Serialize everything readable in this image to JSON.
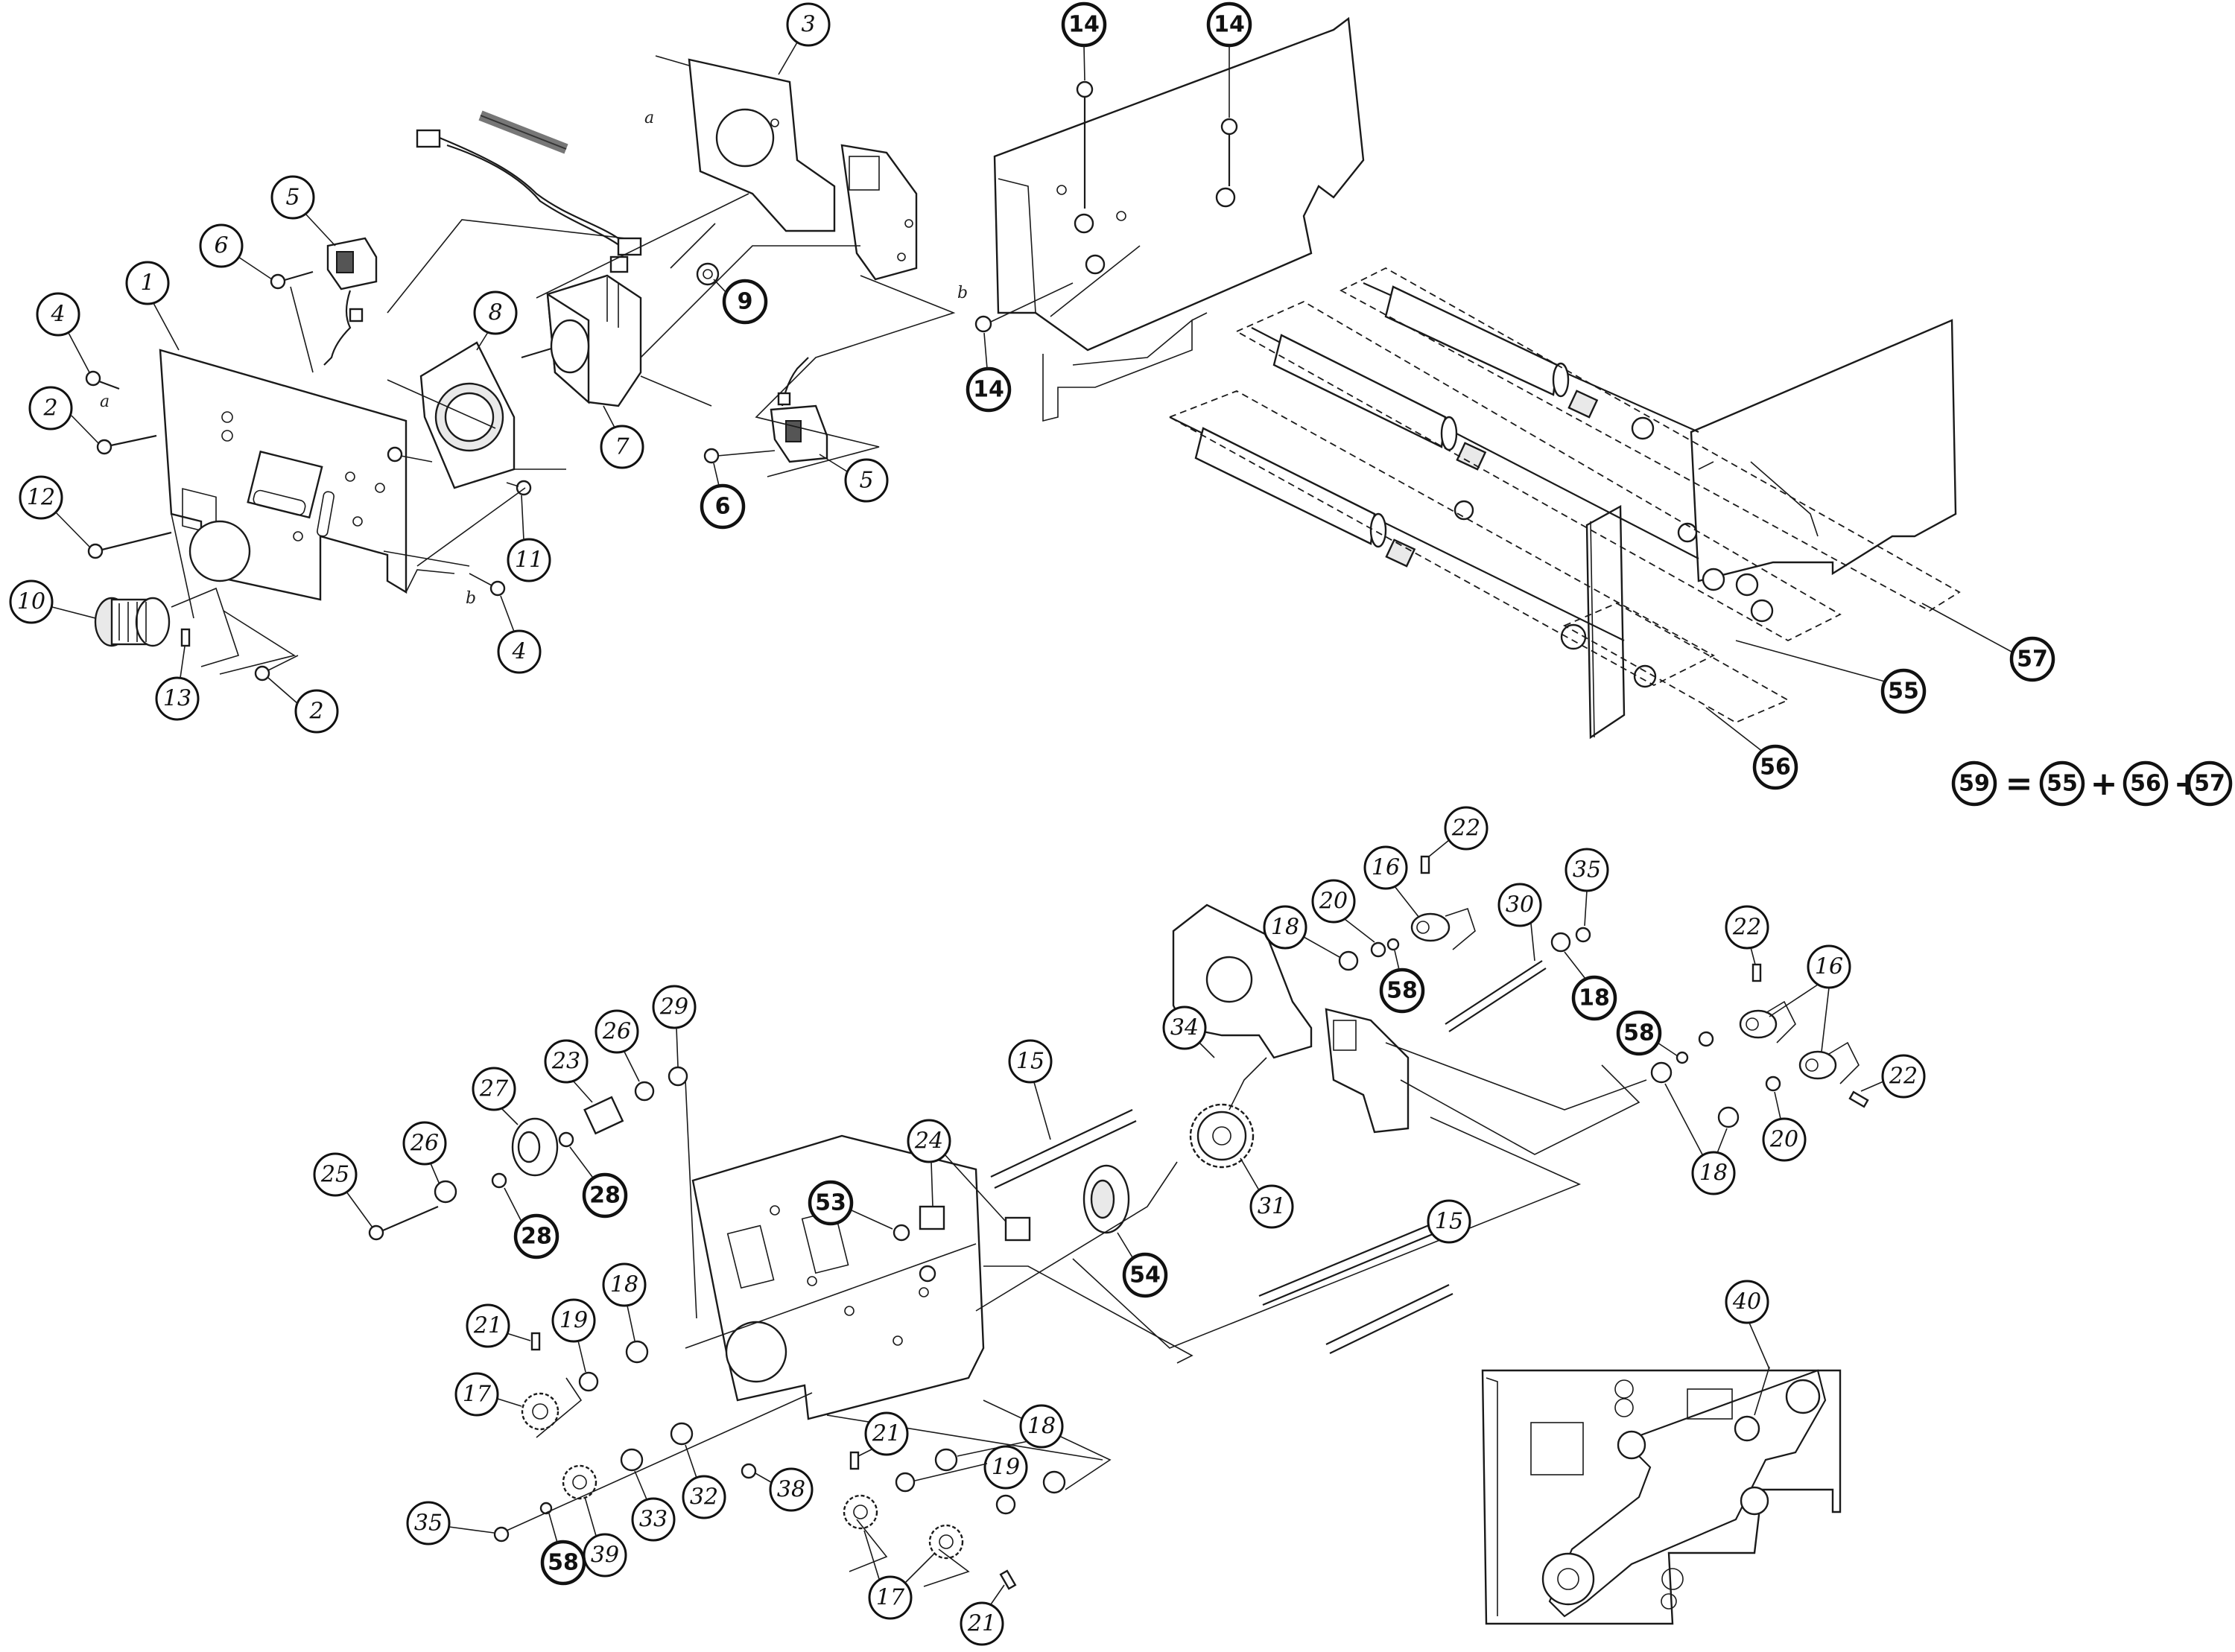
{
  "callouts": {
    "c1": "1",
    "c2a": "2",
    "c2b": "2",
    "c3": "3",
    "c4a": "4",
    "c4b": "4",
    "c5a": "5",
    "c5b": "5",
    "c6a": "6",
    "c6b": "6",
    "c7": "7",
    "c8": "8",
    "c9": "9",
    "c10": "10",
    "c11": "11",
    "c12": "12",
    "c13": "13",
    "c14a": "14",
    "c14b": "14",
    "c14c": "14",
    "c55": "55",
    "c56": "56",
    "c57": "57",
    "c15a": "15",
    "c15b": "15",
    "c16a": "16",
    "c16b": "16",
    "c17a": "17",
    "c17b": "17",
    "c18a": "18",
    "c18b": "18",
    "c18c": "18",
    "c18d": "18",
    "c18e": "18",
    "c19a": "19",
    "c19b": "19",
    "c20a": "20",
    "c20b": "20",
    "c21a": "21",
    "c21b": "21",
    "c21c": "21",
    "c22a": "22",
    "c22b": "22",
    "c22c": "22",
    "c23": "23",
    "c24": "24",
    "c25": "25",
    "c26a": "26",
    "c26b": "26",
    "c27": "27",
    "c28a": "28",
    "c28b": "28",
    "c29": "29",
    "c30": "30",
    "c31": "31",
    "c32": "32",
    "c33": "33",
    "c34": "34",
    "c35a": "35",
    "c35b": "35",
    "c38": "38",
    "c39": "39",
    "c40": "40",
    "c53": "53",
    "c54": "54",
    "c58a": "58",
    "c58b": "58",
    "c58c": "58"
  },
  "letters": {
    "a1": "a",
    "a2": "a",
    "b1": "b",
    "b2": "b"
  },
  "equation": {
    "lhs": "59",
    "eq": "=",
    "t1": "55",
    "plus1": "+",
    "t2": "56",
    "plus2": "+",
    "t3": "57"
  }
}
